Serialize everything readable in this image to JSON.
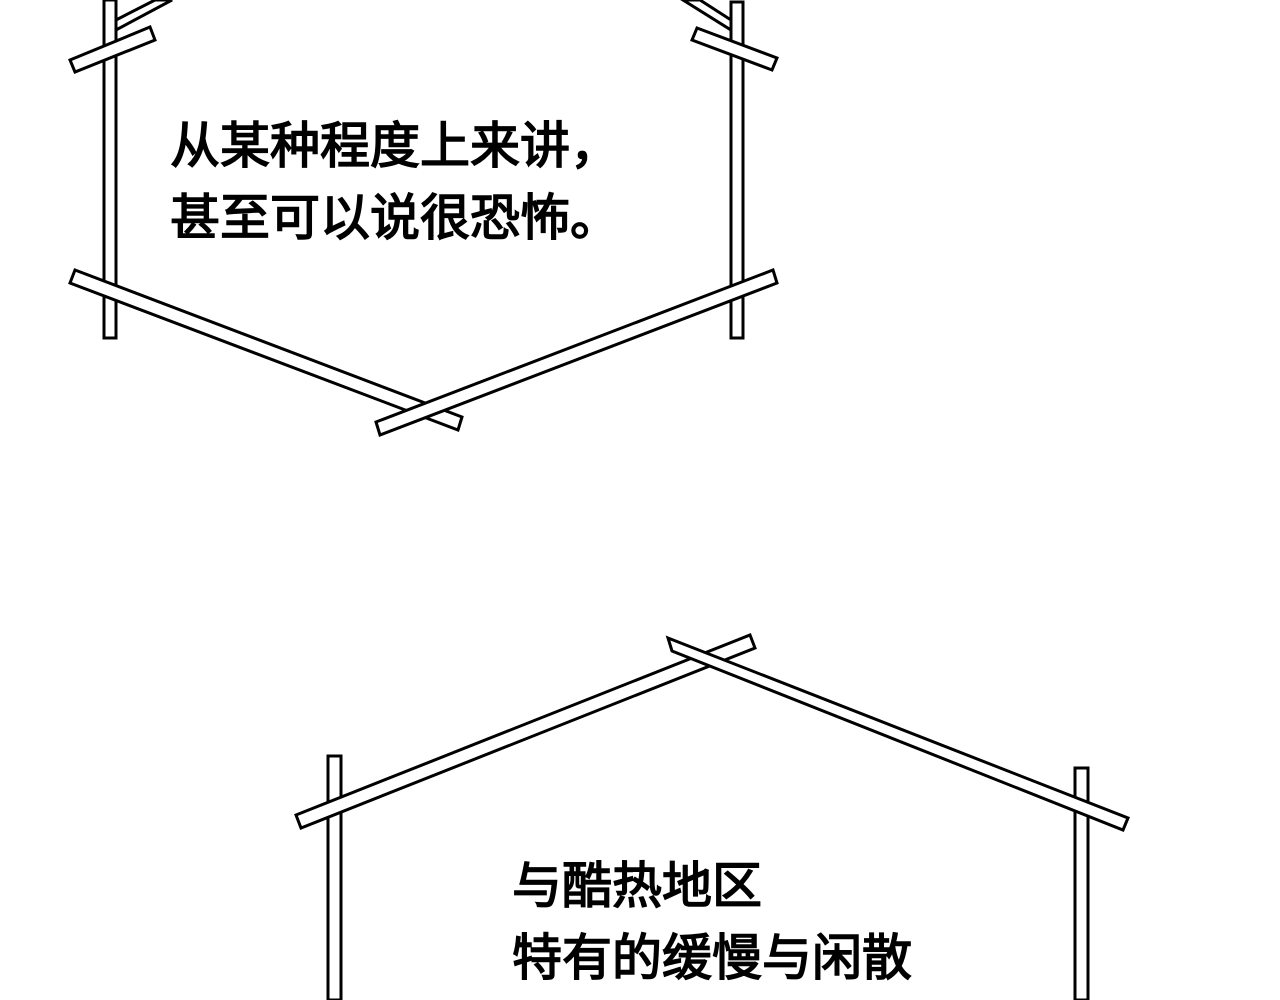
{
  "bubble_1": {
    "line_1": "从某种程度上来讲，",
    "line_2": "甚至可以说很恐怖。"
  },
  "bubble_2": {
    "line_1": "与酷热地区",
    "line_2": "特有的缓慢与闲散"
  },
  "colors": {
    "background": "#ffffff",
    "ink": "#000000"
  }
}
